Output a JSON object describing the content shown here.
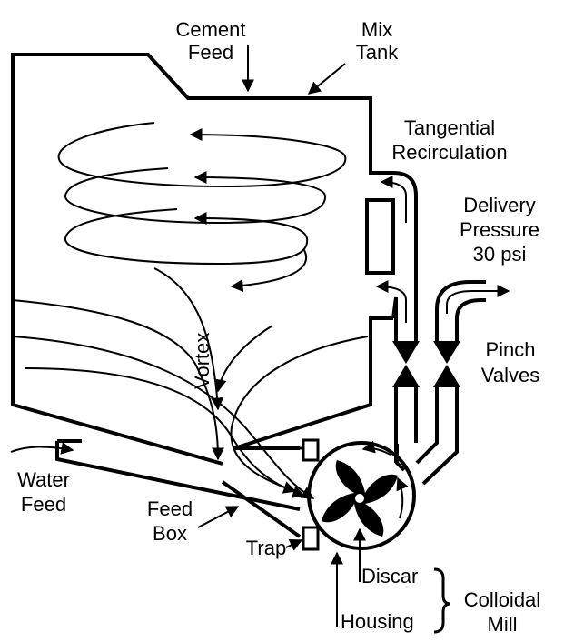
{
  "labels": {
    "cement_feed_1": "Cement",
    "cement_feed_2": "Feed",
    "mix_tank_1": "Mix",
    "mix_tank_2": "Tank",
    "tangential_1": "Tangential",
    "tangential_2": "Recirculation",
    "delivery_1": "Delivery",
    "delivery_2": "Pressure",
    "delivery_3": "30 psi",
    "vortex": "Vortex",
    "pinch_1": "Pinch",
    "pinch_2": "Valves",
    "water_1": "Water",
    "water_2": "Feed",
    "feedbox_1": "Feed",
    "feedbox_2": "Box",
    "trap": "Trap",
    "discar": "Discar",
    "housing": "Housing",
    "colloidal_1": "Colloidal",
    "colloidal_2": "Mill"
  }
}
